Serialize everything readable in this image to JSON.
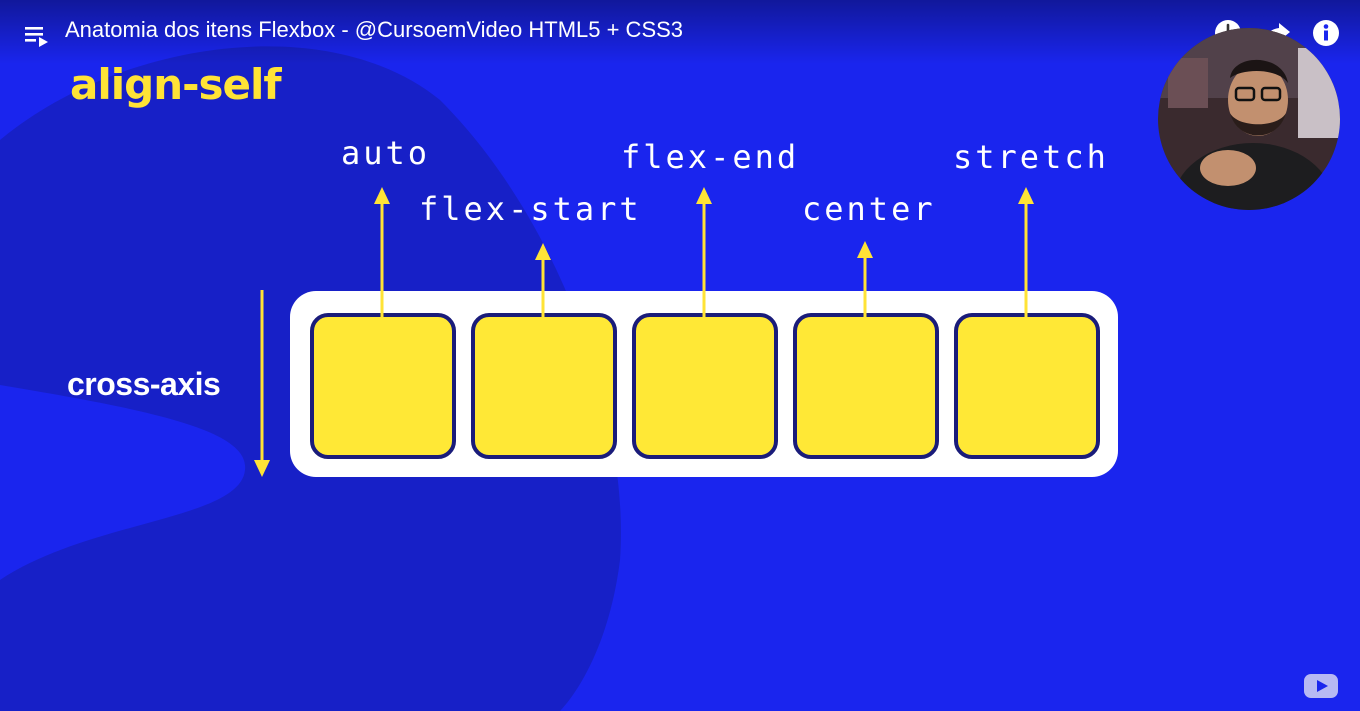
{
  "header": {
    "title": "Anatomia dos itens Flexbox - @CursoemVideo HTML5 + CSS3",
    "icons": [
      "playlist-icon",
      "watch-later-icon",
      "share-icon",
      "info-icon"
    ]
  },
  "slide": {
    "title": "align-self",
    "axis_label": "cross-axis",
    "values": [
      "auto",
      "flex-start",
      "flex-end",
      "center",
      "stretch"
    ]
  },
  "colors": {
    "background": "#1a25ee",
    "accent_yellow": "#ffe336",
    "item_border": "#1a1c7a",
    "container": "#ffffff"
  },
  "footer": {
    "icons": [
      "youtube-logo-icon"
    ]
  }
}
